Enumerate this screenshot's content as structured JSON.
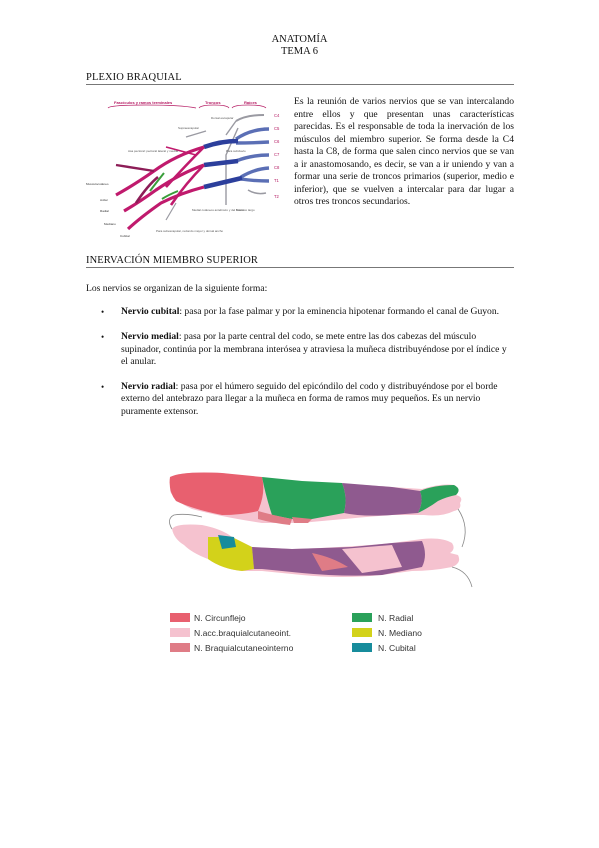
{
  "header": {
    "subject": "ANATOMÍA",
    "topic": "TEMA 6"
  },
  "section1": {
    "heading": "PLEXIO BRAQUIAL",
    "paragraph": "Es la reunión de varios nervios que se van intercalando entre ellos y que presentan unas características parecidas. Es el responsable de toda la inervación de los músculos del miembro superior. Se forma desde la C4 hasta la C8, de forma que salen cinco nervios que se van a ir anastomosando, es decir, se van a ir uniendo y van a formar una serie de troncos primarios (superior, medio e inferior), que se vuelven a intercalar para dar lugar a otros tres troncos secundarios."
  },
  "plexus_figure": {
    "headers": [
      "Fascículos y ramos terminales",
      "Troncos",
      "Raíces"
    ],
    "roots": [
      "C4",
      "C5",
      "C6",
      "C7",
      "C8",
      "T1",
      "T2"
    ],
    "labels": {
      "dorsal_scapular": "Dorsal escapular",
      "suprascapular": "Supraescapular",
      "long_thoracic": "Torácico largo",
      "lateral_medial_pectoral": "Asa pectoral: pectoral lateral y medial",
      "musculocutaneous": "Musculocutáneo",
      "axillary": "Axilar",
      "radial": "Radial",
      "median": "Mediano",
      "ulnar": "Cubital",
      "medial_cutaneous": "Medial cutáneos antebrazo y del brazo",
      "subscapular_thoracodorsal": "Para subescapular, redondo mayor y dorsal ancho",
      "subclavius": "Para subclavio"
    },
    "colors": {
      "roots": "#5b6fb5",
      "trunks": "#2c3f9c",
      "cords": "#c01a6d",
      "terminal": "#8d1d57",
      "nerve_grey": "#9a9aa2"
    }
  },
  "section2": {
    "heading": "INERVACIÓN MIEMBRO SUPERIOR",
    "intro": "Los nervios se organizan de la siguiente forma:",
    "items": [
      {
        "term": "Nervio cubital",
        "text": ": pasa por la fase palmar y por la eminencia hipotenar formando el canal de Guyon."
      },
      {
        "term": "Nervio medial",
        "text": ": pasa por la parte central del codo, se mete entre las dos cabezas del músculo supinador, continúa por la membrana interósea y atraviesa la muñeca distribuyéndose por el índice y el anular."
      },
      {
        "term": "Nervio radial",
        "text": ": pasa por el húmero seguido del epicóndilo del codo y distribuyéndose por el borde externo del antebrazo para llegar a la muñeca en forma de ramos muy pequeños. Es un nervio puramente extensor."
      }
    ],
    "bullet": "•"
  },
  "arm_figure": {
    "legend": [
      {
        "label": "N. Circunflejo",
        "color": "#e8606f"
      },
      {
        "label": "N. Radial",
        "color": "#2aa15a"
      },
      {
        "label": "N.acc.braquialcutaneoint.",
        "color": "#f5c2cf"
      },
      {
        "label": "N. Mediano",
        "color": "#d3d21a"
      },
      {
        "label": "N. Braquialcutaneointerno",
        "color": "#df7c86"
      },
      {
        "label": "N. Cubital",
        "color": "#178c9c"
      }
    ],
    "region_colors": {
      "dorsal_violet": "#8f5a8f",
      "skin_pink": "#f5c2cf"
    }
  }
}
